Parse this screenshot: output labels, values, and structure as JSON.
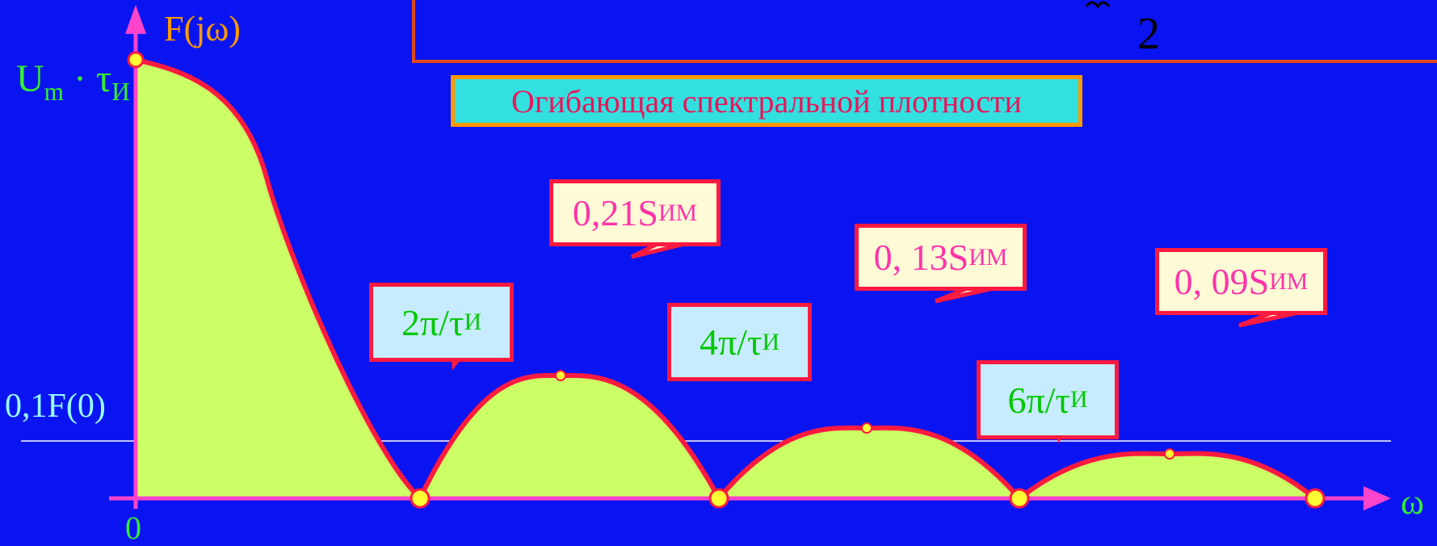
{
  "axes": {
    "y_label": "F(jω)",
    "x_label": "ω",
    "origin_label": "0",
    "ymax_label": {
      "main": "U",
      "sub1": "m",
      "dot": " · ",
      "main2": "τ",
      "sub2": "И"
    },
    "threshold_label": "0,1F(0)"
  },
  "envelope_caption": "Огибающая спектральной плотности",
  "formula_fragment": "2",
  "zero_callouts": [
    {
      "main": "2π/τ",
      "sub": "И"
    },
    {
      "main": "4π/τ",
      "sub": "И"
    },
    {
      "main": "6π/τ",
      "sub": "И"
    }
  ],
  "peak_callouts": [
    {
      "main": "0,21S",
      "sub": "ИМ"
    },
    {
      "main": "0, 13S",
      "sub": "ИМ"
    },
    {
      "main": "0, 09S",
      "sub": "ИМ"
    }
  ],
  "colors": {
    "background": "#0a14f0",
    "fill": "#ccff66",
    "curve": "#ff1a40",
    "axis": "#ff44cc",
    "marker": "#ffff33",
    "label_green": "#33ee33",
    "label_orange": "#ff9900",
    "label_magenta": "#ff33aa",
    "label_cyan": "#99ffff",
    "callout_zero_fill": "#c8ecff",
    "callout_peak_fill": "#fffbd6",
    "caption_fill": "#33e0e0",
    "caption_border": "#ff9900"
  }
}
